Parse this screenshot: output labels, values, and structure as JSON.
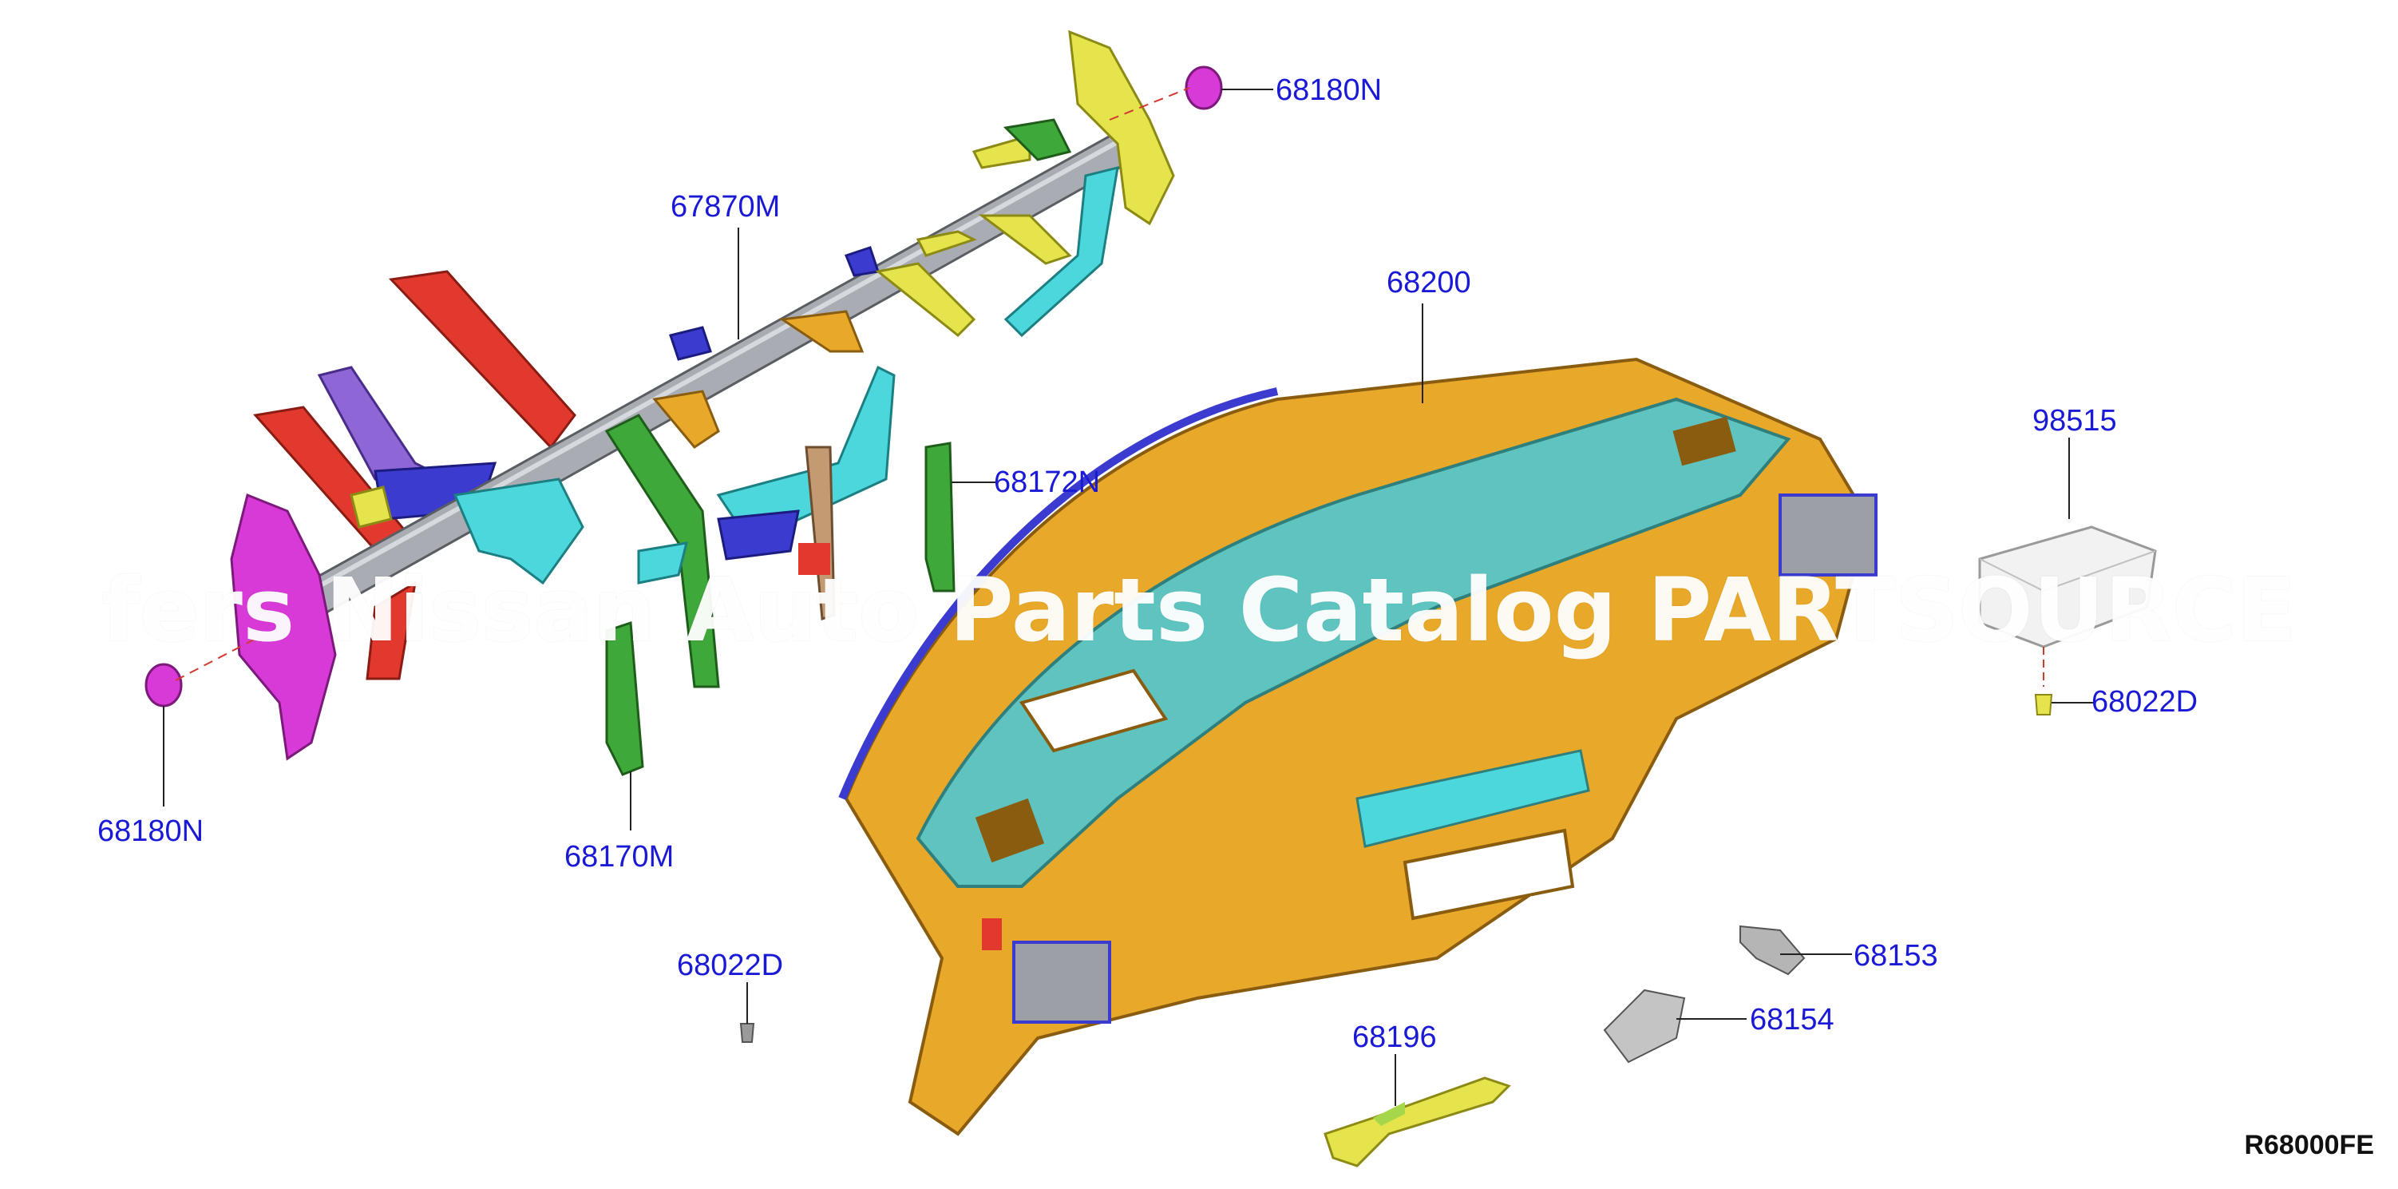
{
  "diagram": {
    "code": "R68000FE",
    "watermark": "fers  Nissan Auto Parts Catalog PARTSOURCE",
    "labels": {
      "grommet_right": "68180N",
      "member_assembly": "67870M",
      "panel_assembly": "68200",
      "bracket_right": "68172N",
      "airbag": "98515",
      "clip_right": "68022D",
      "grommet_left": "68180N",
      "bracket_left": "68170M",
      "clip_left": "68022D",
      "stay_a": "68153",
      "stay_b": "68154",
      "bracket_lower": "68196"
    }
  },
  "colors": {
    "label_blue": "#1a1ad6",
    "panel_orange": "#e8a82a",
    "pad_teal": "#5fc4c0",
    "member_gray": "#a9adb3",
    "bracket_magenta": "#d83ad8",
    "bracket_red": "#e2392f",
    "bracket_green": "#3fa83a",
    "bracket_cyan": "#4cd7dc",
    "bracket_yellow": "#e6e44c",
    "bracket_purple": "#8e66d6",
    "bracket_blue": "#3b3bd0"
  }
}
